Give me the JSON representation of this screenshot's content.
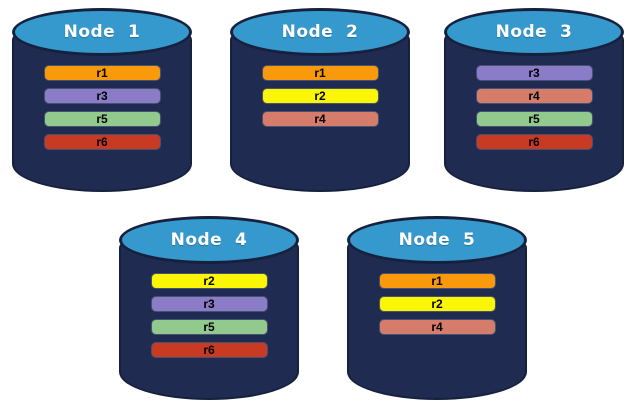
{
  "diagram": {
    "description": "database-replica-placement",
    "colors": {
      "background": "#FFFFFF",
      "cylinder_body": "#1F2B51",
      "cylinder_outline": "#16213D",
      "cylinder_top": "#3699CE",
      "title_text": "#FFFFFF",
      "bar_text": "#000000"
    },
    "replica_colors": {
      "r1": "#F89A0B",
      "r2": "#FAF604",
      "r3": "#8B7CC7",
      "r4": "#D57C6B",
      "r5": "#92C98C",
      "r6": "#C83B22"
    },
    "nodes": [
      {
        "name": "Node  1",
        "replicas": [
          "r1",
          "r3",
          "r5",
          "r6"
        ]
      },
      {
        "name": "Node  2",
        "replicas": [
          "r1",
          "r2",
          "r4"
        ]
      },
      {
        "name": "Node  3",
        "replicas": [
          "r3",
          "r4",
          "r5",
          "r6"
        ]
      },
      {
        "name": "Node  4",
        "replicas": [
          "r2",
          "r3",
          "r5",
          "r6"
        ]
      },
      {
        "name": "Node  5",
        "replicas": [
          "r1",
          "r2",
          "r4"
        ]
      }
    ]
  }
}
